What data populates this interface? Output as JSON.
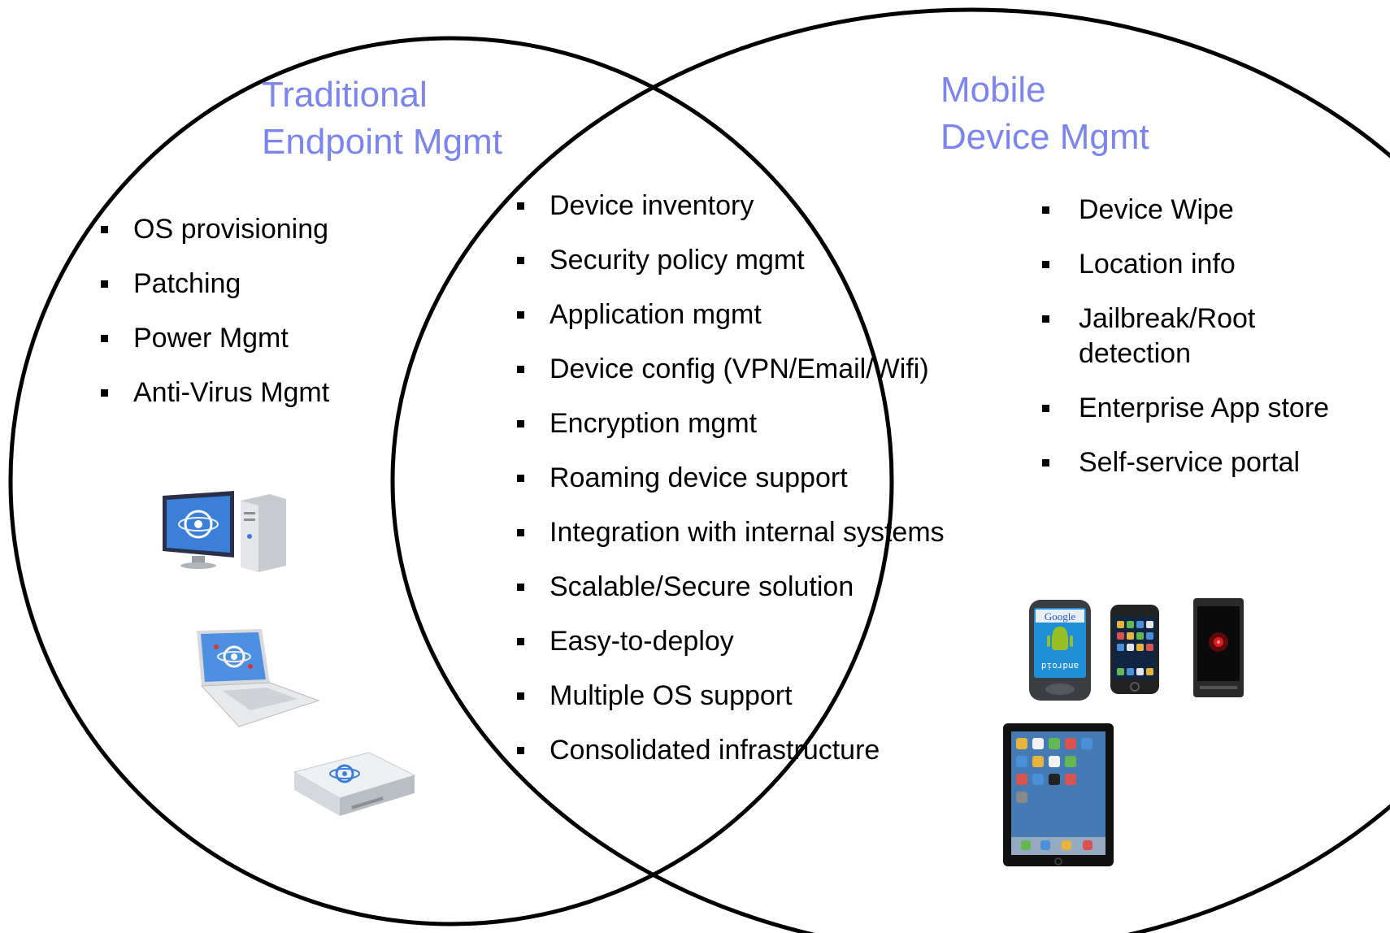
{
  "diagram": {
    "type": "venn",
    "left_circle": {
      "title_lines": [
        "Traditional",
        "Endpoint Mgmt"
      ],
      "items": [
        "OS provisioning",
        "Patching",
        "Power Mgmt",
        "Anti-Virus Mgmt"
      ],
      "icons": [
        "desktop-computer-icon",
        "laptop-icon",
        "server-appliance-icon"
      ]
    },
    "overlap": {
      "items": [
        "Device inventory",
        "Security policy mgmt",
        "Application mgmt",
        "Device config (VPN/Email/Wifi)",
        "Encryption mgmt",
        "Roaming device support",
        "Integration with internal systems",
        "Scalable/Secure solution",
        "Easy-to-deploy",
        "Multiple OS support",
        "Consolidated infrastructure"
      ]
    },
    "right_circle": {
      "title_lines": [
        "Mobile",
        "Device Mgmt"
      ],
      "items": [
        "Device Wipe",
        "Location info",
        "Jailbreak/Root detection",
        "Enterprise App store",
        "Self-service portal"
      ],
      "icons": [
        "android-phone-icon",
        "iphone-icon",
        "droid-phone-icon",
        "ipad-icon"
      ]
    },
    "colors": {
      "title": "#7b84ef",
      "outline": "#000000",
      "text": "#000000"
    }
  },
  "device_labels": {
    "google": "Google",
    "android": "android"
  }
}
